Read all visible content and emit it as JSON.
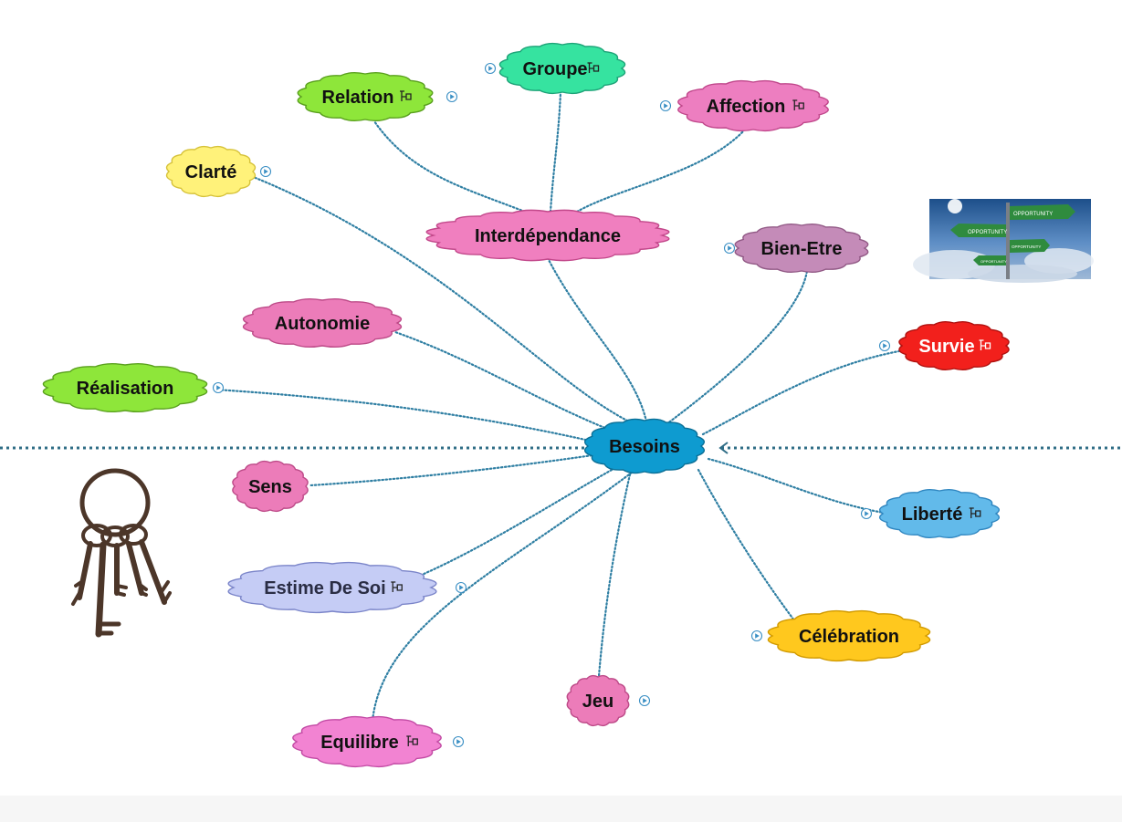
{
  "map": {
    "central": "Besoins",
    "nodes": [
      {
        "id": "interdependance",
        "label": "Interdépendance",
        "fill": "#f07fbf",
        "stroke": "#c2478a"
      },
      {
        "id": "relation",
        "label": "Relation",
        "fill": "#8ee63a",
        "stroke": "#5aa01e"
      },
      {
        "id": "groupe",
        "label": "Groupe",
        "fill": "#36e3a0",
        "stroke": "#1ea378"
      },
      {
        "id": "affection",
        "label": "Affection",
        "fill": "#ed7ec0",
        "stroke": "#c0478b"
      },
      {
        "id": "clarte",
        "label": "Clarté",
        "fill": "#fff27a",
        "stroke": "#d6c23a"
      },
      {
        "id": "bien-etre",
        "label": "Bien-Etre",
        "fill": "#c48bb8",
        "stroke": "#925a86"
      },
      {
        "id": "autonomie",
        "label": "Autonomie",
        "fill": "#ec7cb9",
        "stroke": "#bd4a88"
      },
      {
        "id": "realisation",
        "label": "Réalisation",
        "fill": "#8ee63a",
        "stroke": "#5aa01e"
      },
      {
        "id": "survie",
        "label": "Survie",
        "fill": "#f2201c",
        "stroke": "#b01210"
      },
      {
        "id": "sens",
        "label": "Sens",
        "fill": "#ec7cb9",
        "stroke": "#bd4a88"
      },
      {
        "id": "liberte",
        "label": "Liberté",
        "fill": "#62baea",
        "stroke": "#2f86c0"
      },
      {
        "id": "estime",
        "label": "Estime De Soi",
        "fill": "#c5ccf5",
        "stroke": "#7b85c9"
      },
      {
        "id": "celebration",
        "label": "Célébration",
        "fill": "#ffc81e",
        "stroke": "#d19a00"
      },
      {
        "id": "jeu",
        "label": "Jeu",
        "fill": "#ec7cb9",
        "stroke": "#bd4a88"
      },
      {
        "id": "equilibre",
        "label": "Equilibre",
        "fill": "#f283d2",
        "stroke": "#c24aa4"
      }
    ],
    "central_style": {
      "fill": "#0e9bd0",
      "stroke": "#0b6f96"
    },
    "images": [
      {
        "id": "opportunity-signpost",
        "sign_text": "OPPORTUNITY"
      },
      {
        "id": "keyring",
        "sign_text": ""
      }
    ]
  }
}
